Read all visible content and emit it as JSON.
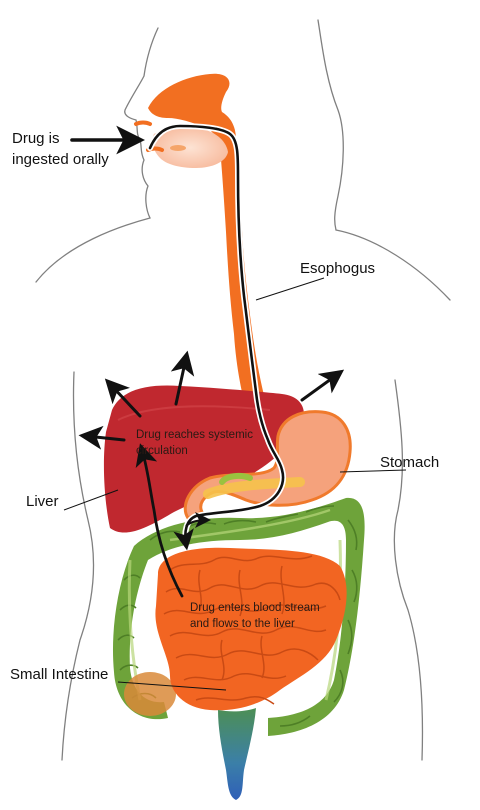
{
  "labels": {
    "drug_ingested": [
      "Drug is",
      "ingested orally"
    ],
    "esophagus": "Esophogus",
    "stomach": "Stomach",
    "liver": "Liver",
    "small_intestine": "Small Intestine",
    "systemic": [
      "Drug reaches systemic",
      "circulation"
    ],
    "blood_stream": [
      "Drug enters blood stream",
      "and flows to the liver"
    ]
  },
  "colors": {
    "outline": "#7d7d7d",
    "esophagus": "#f26f21",
    "liver": "#c0282f",
    "stomach": "#f5a27c",
    "small_intestine": "#f26522",
    "colon": "#6ea33a",
    "rectum": "#2f6fb0",
    "arrow": "#111111"
  }
}
